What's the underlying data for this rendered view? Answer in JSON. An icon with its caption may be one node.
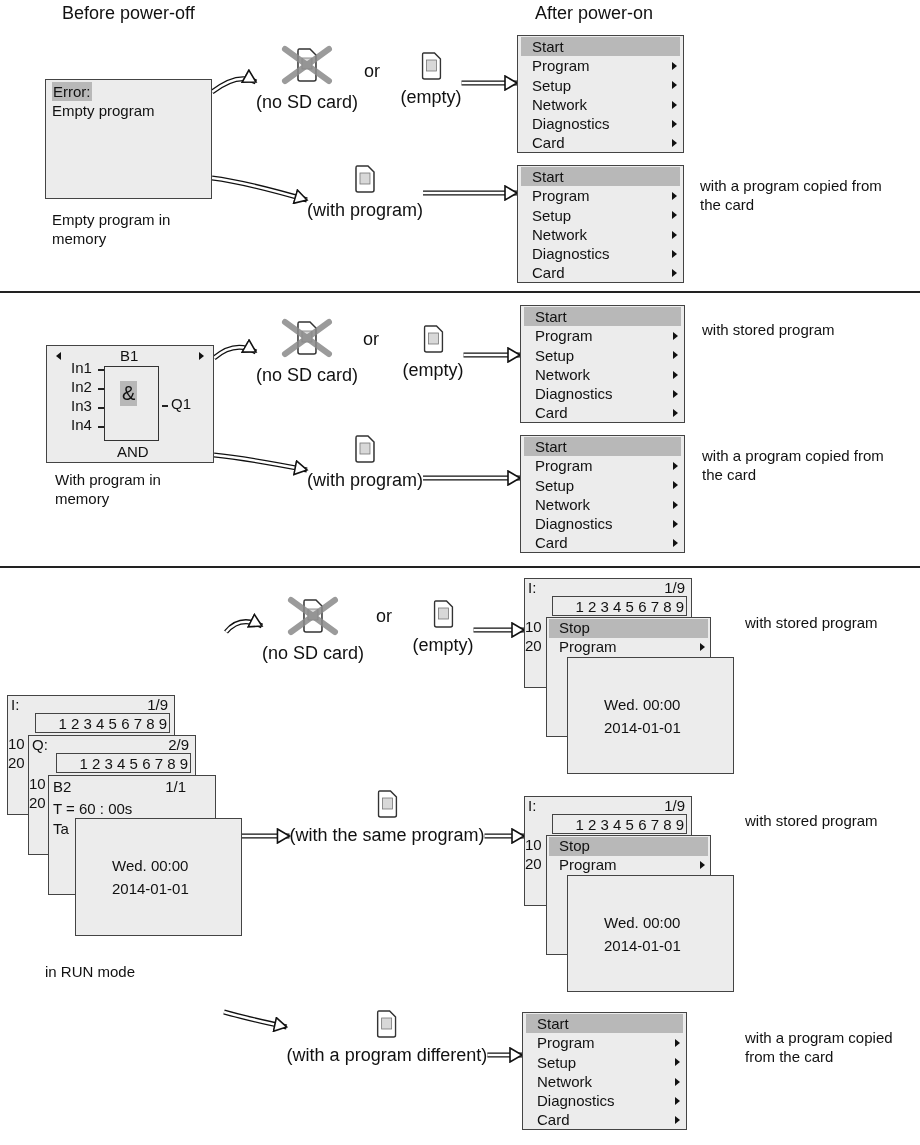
{
  "diagram": {
    "nodes": [
      {
        "text": [
          "Error:",
          "Empty program"
        ],
        "beside": [
          "Empty program in memory"
        ]
      },
      {
        "text": [
          "(no SD card)"
        ]
      },
      {
        "text": [
          "(empty)"
        ]
      },
      {
        "text": [
          "Start",
          "Program",
          "Setup",
          "Network",
          "Diagnostics",
          "Card"
        ]
      },
      {
        "text": [
          "(with program)"
        ]
      },
      {
        "text": [
          "Start",
          "Program",
          "Setup",
          "Network",
          "Diagnostics",
          "Card"
        ],
        "beside": [
          "with a program copied from the card"
        ]
      },
      {
        "text": [
          "B1",
          "In1",
          "In2",
          "In3",
          "In4",
          "Q1",
          "AND"
        ],
        "beside": [
          "With program in memory"
        ]
      },
      {
        "text": [
          "&"
        ],
        "in": 6
      },
      {
        "text": [
          "(no SD card)"
        ]
      },
      {
        "text": [
          "(empty)"
        ]
      },
      {
        "text": [
          "Start",
          "Program",
          "Setup",
          "Network",
          "Diagnostics",
          "Card"
        ],
        "beside": [
          "with stored program"
        ]
      },
      {
        "text": [
          "(with program)"
        ]
      },
      {
        "text": [
          "Start",
          "Program",
          "Setup",
          "Network",
          "Diagnostics",
          "Card"
        ],
        "beside": [
          "with a program copied from the card"
        ]
      },
      {
        "text": [
          "I:",
          "1/9",
          "1 2 3 4 5 6 7 8 9",
          "10",
          "20",
          "Q:",
          "2/9",
          "1 2 3 4 5 6 7 8 9",
          "10",
          "20",
          "B2",
          "1/1",
          "T = 60 : 00s",
          "Ta",
          "Wed. 00:00",
          "2014-01-01"
        ],
        "beside": [
          "in RUN mode"
        ]
      },
      {
        "text": [
          "I:",
          "1/9",
          "1 2 3 4 5 6 7 8 9",
          "10",
          "20",
          "Stop",
          "Program",
          "Wed. 00:00",
          "2014-01-01"
        ],
        "beside": [
          "with stored program"
        ]
      },
      {
        "text": [
          "(no SD card)"
        ]
      },
      {
        "text": [
          "(empty)"
        ]
      },
      {
        "text": [
          "(with the same program)"
        ]
      },
      {
        "text": [
          "I:",
          "1/9",
          "1 2 3 4 5 6 7 8 9",
          "10",
          "20",
          "Stop",
          "Program",
          "Wed. 00:00",
          "2014-01-01"
        ],
        "beside": [
          "with stored program"
        ]
      },
      {
        "text": [
          "(with a program different)"
        ]
      },
      {
        "text": [
          "Start",
          "Program",
          "Setup",
          "Network",
          "Diagnostics",
          "Card"
        ],
        "beside": [
          "with a program copied from the card"
        ]
      }
    ],
    "edges": [
      {
        "from": 0,
        "to": 1,
        "arrow": "to"
      },
      {
        "from": 2,
        "to": 3,
        "arrow": "to"
      },
      {
        "from": 0,
        "to": 4,
        "arrow": "to"
      },
      {
        "from": 4,
        "to": 5,
        "arrow": "to"
      },
      {
        "from": 6,
        "to": 8,
        "arrow": "to"
      },
      {
        "from": 9,
        "to": 10,
        "arrow": "to"
      },
      {
        "from": 6,
        "to": 11,
        "arrow": "to"
      },
      {
        "from": 11,
        "to": 12,
        "arrow": "to"
      },
      {
        "from": null,
        "to": 15,
        "arrow": "to"
      },
      {
        "from": 16,
        "to": 14,
        "arrow": "to"
      },
      {
        "from": 13,
        "to": 17,
        "arrow": "to"
      },
      {
        "from": 17,
        "to": 18,
        "arrow": "to"
      },
      {
        "from": null,
        "to": 19,
        "arrow": "to"
      },
      {
        "from": 19,
        "to": 20,
        "arrow": "to"
      }
    ],
    "labels": [
      "Before power-off",
      "After power-on",
      "or",
      "or",
      "or"
    ]
  }
}
